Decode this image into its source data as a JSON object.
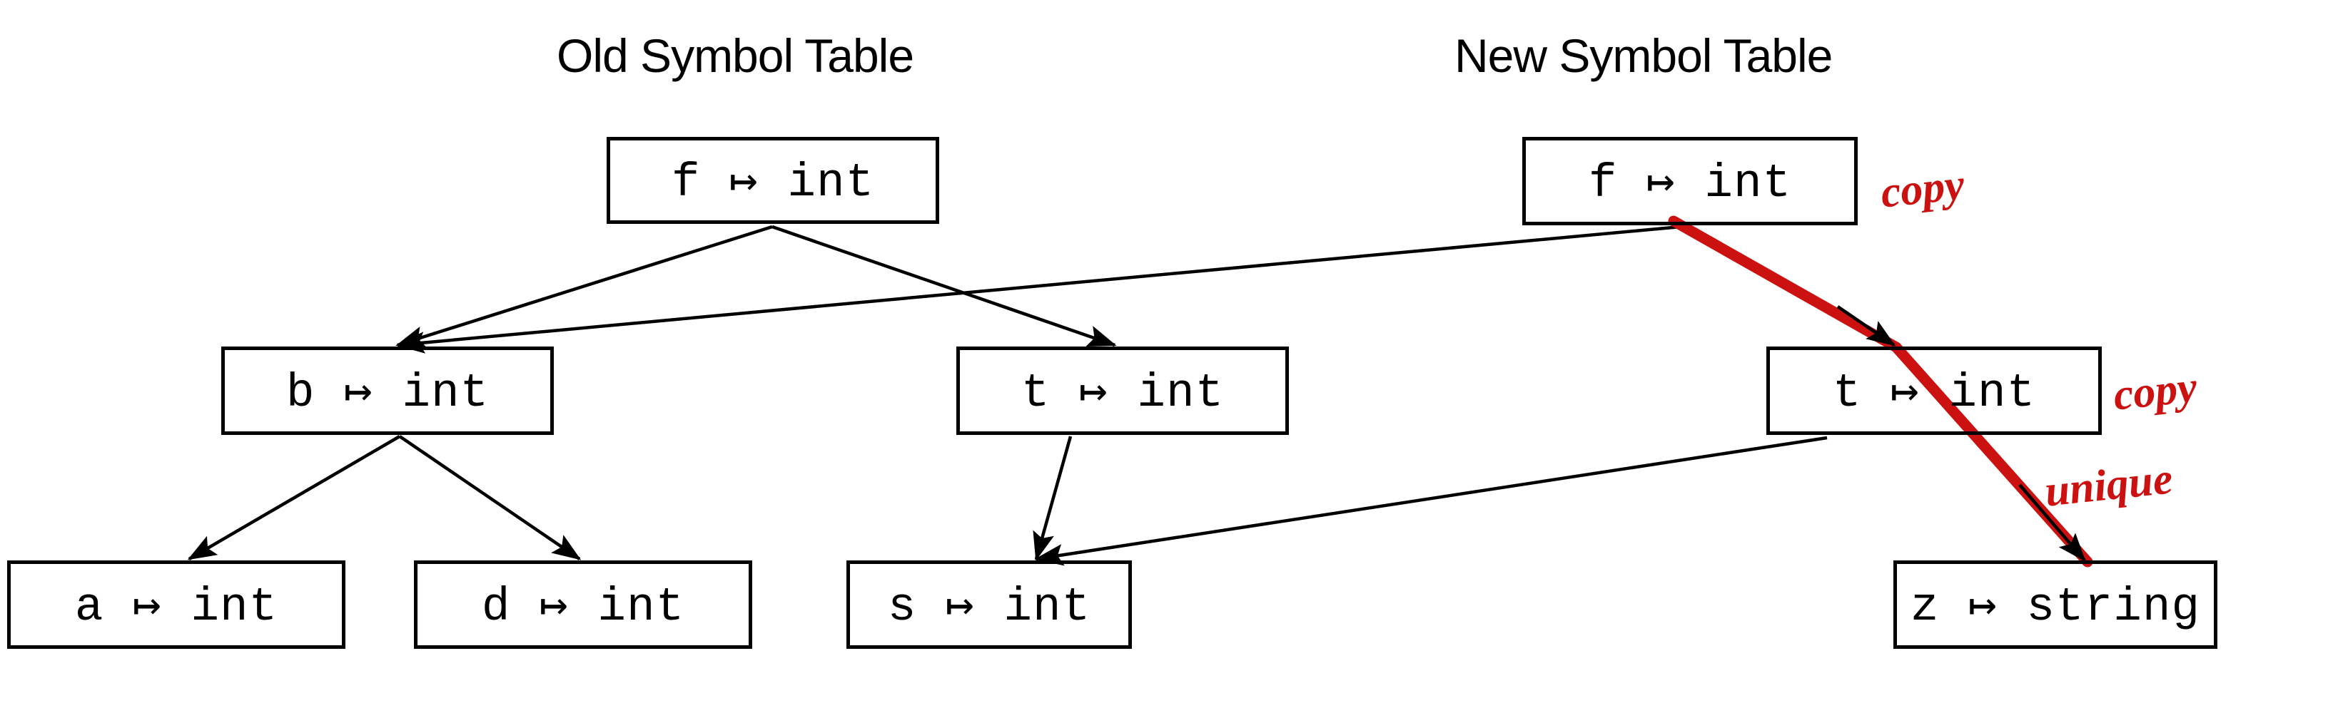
{
  "figure": {
    "background_color": "#ffffff",
    "edge_color": "#000000",
    "annotation_color": "#CC1111"
  },
  "titles": {
    "old": "Old Symbol Table",
    "new": "New Symbol Table"
  },
  "nodes": {
    "old_f": "f ↦ int",
    "old_b": "b ↦ int",
    "old_t": "t ↦ int",
    "old_a": "a ↦ int",
    "old_d": "d ↦ int",
    "old_s": "s ↦ int",
    "new_f": "f ↦ int",
    "new_t": "t ↦ int",
    "new_z": "z ↦ string"
  },
  "annotations": {
    "copy_f": "copy",
    "copy_t": "copy",
    "unique_z": "unique"
  }
}
